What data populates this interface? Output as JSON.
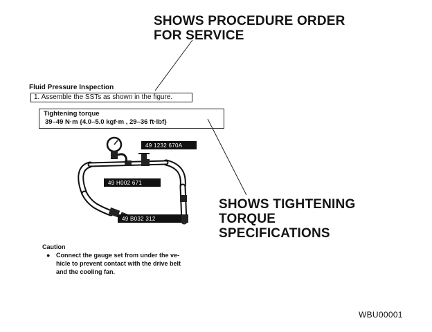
{
  "callouts": {
    "procedure": {
      "line1": "SHOWS PROCEDURE ORDER",
      "line2": "FOR SERVICE"
    },
    "torque": {
      "line1": "SHOWS TIGHTENING",
      "line2": "TORQUE",
      "line3": "SPECIFICATIONS"
    }
  },
  "section": {
    "heading": "Fluid Pressure Inspection",
    "step": "1. Assemble the SSTs as shown in the figure."
  },
  "torque": {
    "title": "Tightening torque",
    "value": "39–49 N·m {4.0–5.0 kgf·m , 29–36 ft·lbf}"
  },
  "sst_labels": {
    "top": "49 1232 670A",
    "middle": "49 H002 671",
    "bottom": "49 B032 312"
  },
  "caution": {
    "title": "Caution",
    "bullet": "●",
    "text_line1": "Connect the gauge set from under the ve-",
    "text_line2": "hicle to prevent contact with the drive belt",
    "text_line3": "and the cooling fan."
  },
  "figure_code": "WBU00001"
}
